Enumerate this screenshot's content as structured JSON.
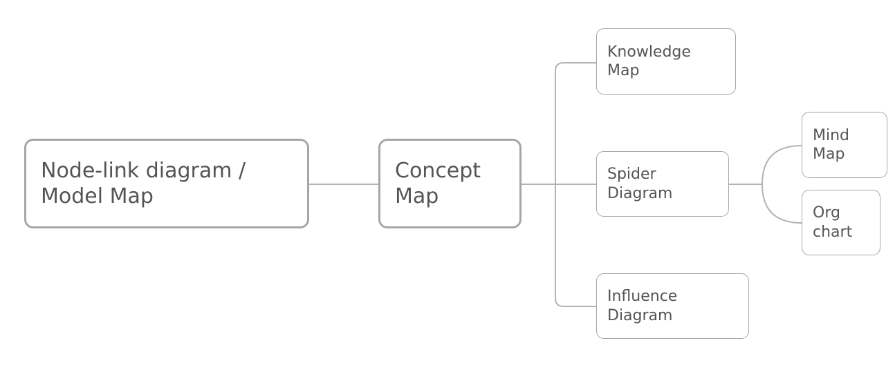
{
  "nodes": {
    "root": {
      "lines": [
        "Node-link diagram /",
        "Model Map"
      ]
    },
    "concept_map": {
      "lines": [
        "Concept",
        "Map"
      ]
    },
    "knowledge_map": {
      "lines": [
        "Knowledge",
        "Map"
      ]
    },
    "spider_diagram": {
      "lines": [
        "Spider",
        "Diagram"
      ]
    },
    "influence_diagram": {
      "lines": [
        "Influence",
        "Diagram"
      ]
    },
    "mind_map": {
      "lines": [
        "Mind",
        "Map"
      ]
    },
    "org_chart": {
      "lines": [
        "Org",
        "chart"
      ]
    }
  },
  "colors": {
    "border": "#a6a6a6",
    "connector": "#b3b3b3",
    "text": "#555555"
  }
}
